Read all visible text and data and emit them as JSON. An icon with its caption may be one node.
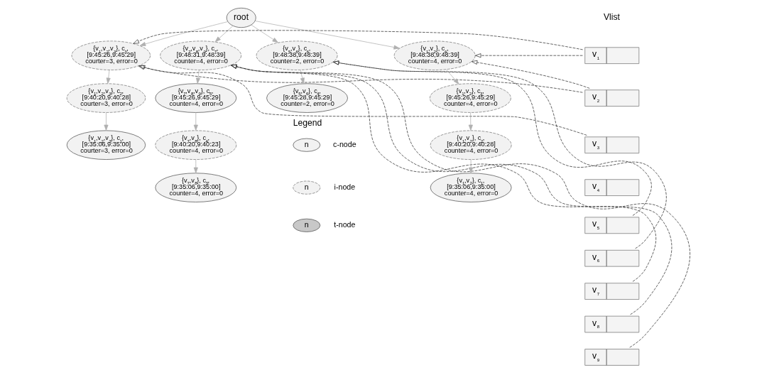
{
  "diagram": {
    "nodes": [
      {
        "text": [
          "root"
        ]
      },
      {
        "text": [
          "v$_{1}$"
        ]
      },
      {
        "text": [
          "v$_{2}$"
        ]
      },
      {
        "text": [
          "v$_{3}$"
        ]
      },
      {
        "text": [
          "v$_{4}$"
        ]
      },
      {
        "text": [
          "v$_{5}$"
        ]
      },
      {
        "text": [
          "v$_{6}$"
        ]
      },
      {
        "text": [
          "v$_{7}$"
        ]
      },
      {
        "text": [
          "v$_{8}$"
        ]
      },
      {
        "text": [
          "v$_{9}$"
        ]
      },
      {
        "text": [
          "{v$_{1}$,v$_{2}$}, c$_{4}$,",
          "[9:48:38,9:48:39]",
          "counter=4, error=0"
        ]
      },
      {
        "text": [
          "{v$_{1}$,v$_{2}$,v$_{3}$}, c$_{3}$,",
          "[9:45:26,9:45:29]",
          "courter=3, error=0"
        ]
      },
      {
        "text": [
          "{v$_{7}$,v$_{8}$,v$_{9}$}, c$_{7}$,",
          "[9:48:31,9:48:39]",
          "counter=4, error=0"
        ]
      },
      {
        "text": [
          "{v$_{5}$,v$_{6}$}, c$_{6}$,",
          "[9:48:38,9:48:39]",
          "counter=2, error=0"
        ]
      },
      {
        "text": [
          "{v$_{1}$,v$_{2}$}, c$_{3}$,",
          "[9:45:26,9:45:29]",
          "counter=4, error=0"
        ]
      },
      {
        "text": [
          "{v$_{1}$,v$_{2}$,v$_{3}$}, c$_{2}$,",
          "[9:40:20,9:40:28]",
          "courter=3, error=0"
        ]
      },
      {
        "text": [
          "{v$_{7}$,v$_{8}$,v$_{9}$}, c$_{5}$,",
          "[9:45:26,9:45:29]",
          "counter=4, error=0"
        ]
      },
      {
        "text": [
          "{v$_{5}$,v$_{6}$}, c$_{4}$,",
          "[9:45:28,9:45:29]",
          "counter=2, error=0"
        ]
      },
      {
        "text": [
          "{v$_{1}$,v$_{2}$}, c$_{2}$,",
          "[9:40:20,9:40:28]",
          "counter=4, error=0"
        ]
      },
      {
        "text": [
          "{v$_{1}$,v$_{2}$,v$_{3}$}, c$_{1}$,",
          "[9:35:06,9:35:00]",
          "courter=3, error=0"
        ]
      },
      {
        "text": [
          "{v$_{7}$,v$_{8}$}, c$_{4}$,",
          "[9:40:20,9:40:23]",
          "counter=4, error=0"
        ]
      },
      {
        "text": [
          "{v$_{1}$,v$_{2}$}, c$_{1}$,",
          "[9:35:06,9:35:00]",
          "counter=4, error=0"
        ]
      },
      {
        "text": [
          "{v$_{7}$,v$_{8}$}, c$_{3}$,",
          "[9:35:06,9:35:00]",
          "counter=4, error=0"
        ]
      }
    ],
    "edges": [
      {
        "from": 0,
        "to": 10,
        "arrow": "to"
      },
      {
        "from": 0,
        "to": 11,
        "arrow": "to"
      },
      {
        "from": 0,
        "to": 12,
        "arrow": "to"
      },
      {
        "from": 0,
        "to": 13,
        "arrow": "to"
      },
      {
        "from": 10,
        "to": 14,
        "arrow": "to"
      },
      {
        "from": 14,
        "to": 18,
        "arrow": "to"
      },
      {
        "from": 18,
        "to": 21,
        "arrow": "to"
      },
      {
        "from": 11,
        "to": 15,
        "arrow": "to"
      },
      {
        "from": 15,
        "to": 19,
        "arrow": "to"
      },
      {
        "from": 12,
        "to": 16,
        "arrow": "to"
      },
      {
        "from": 16,
        "to": 20,
        "arrow": "to"
      },
      {
        "from": 20,
        "to": 22,
        "arrow": "to"
      },
      {
        "from": 13,
        "to": 17,
        "arrow": "to"
      },
      {
        "from": 1,
        "to": 11,
        "arrow": "to",
        "style": "dashed",
        "color": "#333333"
      },
      {
        "from": 1,
        "to": 10,
        "arrow": "to",
        "style": "dashed",
        "color": "#333333"
      },
      {
        "from": 2,
        "to": 10,
        "arrow": "to",
        "style": "dashed",
        "color": "#333333"
      },
      {
        "from": 2,
        "to": 11,
        "arrow": "to",
        "style": "dashed",
        "color": "#333333"
      },
      {
        "from": 3,
        "to": 11,
        "arrow": "to",
        "style": "dashed",
        "color": "#333333"
      },
      {
        "from": 5,
        "to": 13,
        "arrow": "to",
        "style": "dashed",
        "color": "#333333"
      },
      {
        "from": 6,
        "to": 13,
        "arrow": "to",
        "style": "dashed",
        "color": "#333333"
      },
      {
        "from": 7,
        "to": 12,
        "arrow": "to",
        "style": "dashed",
        "color": "#333333"
      },
      {
        "from": 8,
        "to": 12,
        "arrow": "to",
        "style": "dashed",
        "color": "#333333"
      },
      {
        "from": 9,
        "to": 12,
        "arrow": "to",
        "style": "dashed",
        "color": "#333333"
      }
    ],
    "labels": [
      "Vlist",
      "Legend",
      "n",
      "n",
      "n"
    ],
    "legend": [
      {
        "text": "c-node"
      },
      {
        "text": "i-node"
      },
      {
        "text": "t-node"
      }
    ]
  }
}
